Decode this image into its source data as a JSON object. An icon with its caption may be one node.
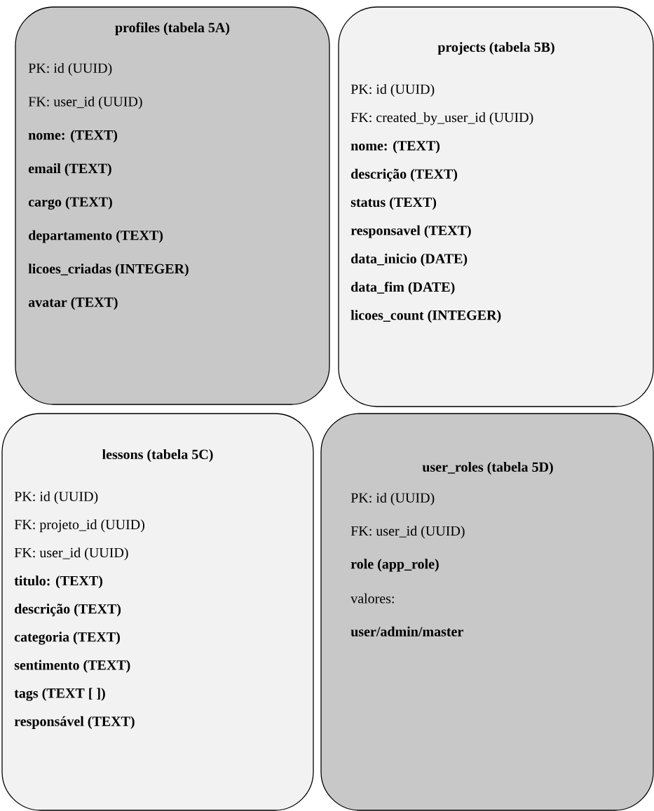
{
  "diagram": {
    "nodes": [
      {
        "text": [
          "profiles (tabela 5A)",
          "PK: id (UUID)",
          "FK: user_id (UUID)",
          "nome: (TEXT)",
          "email (TEXT)",
          "cargo (TEXT)",
          "departamento (TEXT)",
          "licoes_criadas (INTEGER)",
          "avatar (TEXT)"
        ]
      },
      {
        "text": [
          "projects (tabela 5B)",
          "PK: id (UUID)",
          "FK: created_by_user_id (UUID)",
          "nome: (TEXT)",
          "descrição (TEXT)",
          "status (TEXT)",
          "responsavel (TEXT)",
          "data_inicio (DATE)",
          "data_fim (DATE)",
          "licoes_count (INTEGER)"
        ]
      },
      {
        "text": [
          "lessons (tabela 5C)",
          "PK: id (UUID)",
          "FK: projeto_id (UUID)",
          "FK: user_id (UUID)",
          "titulo: (TEXT)",
          "descrição (TEXT)",
          "categoria (TEXT)",
          "sentimento (TEXT)",
          "tags (TEXT [ ])",
          "responsável (TEXT)"
        ]
      },
      {
        "text": [
          "user_roles (tabela 5D)",
          "PK: id (UUID)",
          "FK: user_id (UUID)",
          "role  (app_role)",
          "valores:",
          "user/admin/master"
        ]
      }
    ]
  }
}
